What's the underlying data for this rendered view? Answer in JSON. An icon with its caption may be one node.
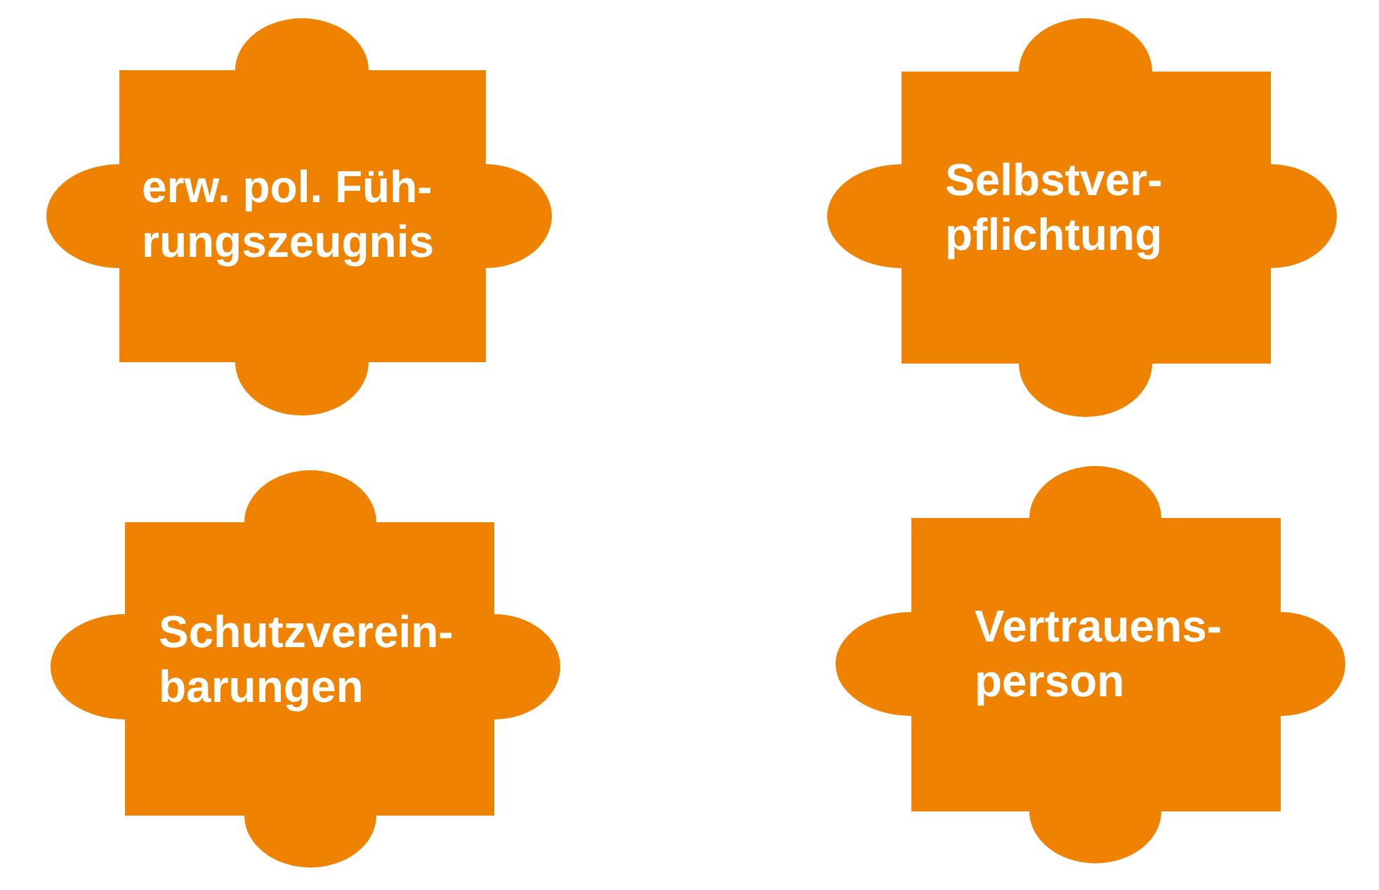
{
  "diagram": {
    "nodes": [
      {
        "text": [
          "erw. pol. Füh- rungszeugnis"
        ]
      },
      {
        "text": [
          "Selbstver- pflichtung"
        ]
      },
      {
        "text": [
          "Schutzverein- barungen"
        ]
      },
      {
        "text": [
          "Vertrauens- person"
        ]
      }
    ]
  }
}
